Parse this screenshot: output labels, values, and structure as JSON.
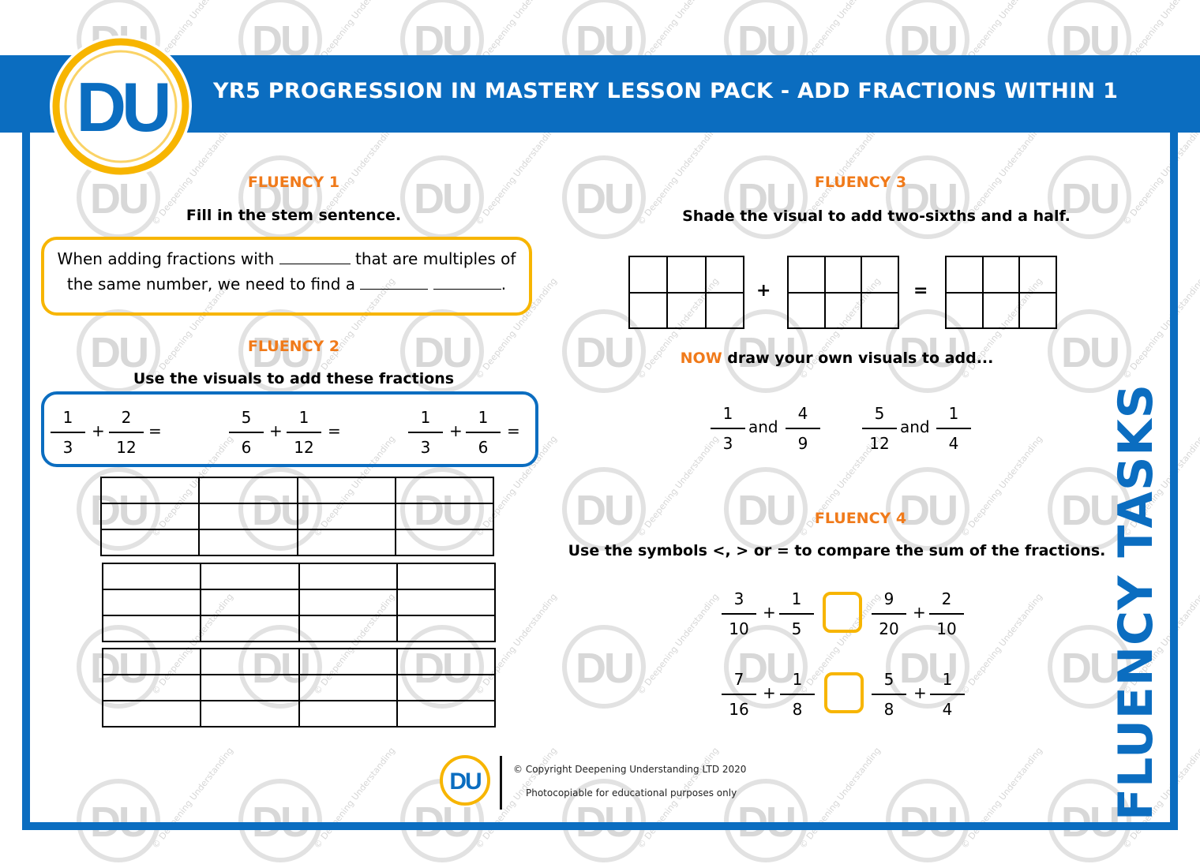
{
  "banner": {
    "title": "YR5 PROGRESSION IN MASTERY LESSON PACK - ADD FRACTIONS WITHIN 1"
  },
  "logo": {
    "letters": "DU"
  },
  "watermark": {
    "letters": "DU",
    "text": "© Deepening Understanding"
  },
  "fluency1": {
    "heading": "FLUENCY 1",
    "instruction": "Fill in the stem sentence.",
    "line1_a": "When adding fractions with",
    "line1_b": "that are multiples of",
    "line2_a": "the same number, we need to find a",
    "line2_end": "."
  },
  "fluency2": {
    "heading": "FLUENCY 2",
    "instruction": "Use the visuals to add these fractions",
    "sums": [
      {
        "a": {
          "n": "1",
          "d": "3"
        },
        "b": {
          "n": "2",
          "d": "12"
        }
      },
      {
        "a": {
          "n": "5",
          "d": "6"
        },
        "b": {
          "n": "1",
          "d": "12"
        }
      },
      {
        "a": {
          "n": "1",
          "d": "3"
        },
        "b": {
          "n": "1",
          "d": "6"
        }
      }
    ],
    "plus": "+",
    "equals": "="
  },
  "fluency3": {
    "heading": "FLUENCY 3",
    "instruction": "Shade the visual to add two-sixths and a half.",
    "plus": "+",
    "equals": "=",
    "now_word": "NOW",
    "now_rest": "draw your own visuals to add...",
    "and": "and",
    "pairs": [
      {
        "a": {
          "n": "1",
          "d": "3"
        },
        "b": {
          "n": "4",
          "d": "9"
        }
      },
      {
        "a": {
          "n": "5",
          "d": "12"
        },
        "b": {
          "n": "1",
          "d": "4"
        }
      }
    ]
  },
  "fluency4": {
    "heading": "FLUENCY 4",
    "instruction": "Use the symbols <, > or = to compare the sum of the fractions.",
    "plus": "+",
    "rows": [
      {
        "l1": {
          "n": "3",
          "d": "10"
        },
        "l2": {
          "n": "1",
          "d": "5"
        },
        "r1": {
          "n": "9",
          "d": "20"
        },
        "r2": {
          "n": "2",
          "d": "10"
        }
      },
      {
        "l1": {
          "n": "7",
          "d": "16"
        },
        "l2": {
          "n": "1",
          "d": "8"
        },
        "r1": {
          "n": "5",
          "d": "8"
        },
        "r2": {
          "n": "1",
          "d": "4"
        }
      }
    ]
  },
  "side_label": "FLUENCY TASKS",
  "footer": {
    "copyright": "© Copyright Deepening Understanding LTD 2020",
    "photocopy": "Photocopiable for educational purposes only"
  },
  "colors": {
    "blue": "#0b6dc0",
    "yellow": "#f7b500",
    "orange": "#f07a1a",
    "watermark": "#d4d4d4"
  }
}
